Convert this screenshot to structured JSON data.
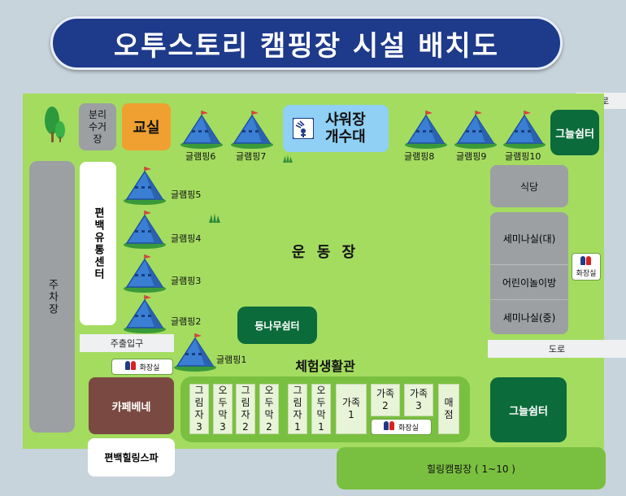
{
  "title": "오투스토리 캠핑장 시설 배치도",
  "road_labels": {
    "top": "도로",
    "middle": "도로"
  },
  "facilities": {
    "separate_collection": "분리수거장",
    "classroom": "교실",
    "shower_sink": "샤워장\n개수대",
    "shade_top_right": "그늘쉼터",
    "cafeteria": "식당",
    "seminar_large": "세미나실(대)",
    "kids_room": "어린이놀이방",
    "seminar_medium": "세미나실(중)",
    "restroom_right": "화장실",
    "parking": "주차장",
    "pension_center": "편백유통센터",
    "entrance": "주출입구",
    "restroom_left": "화장실",
    "cafe": "카페베네",
    "healing_spa": "편백힐링스파",
    "playground": "운 동 장",
    "tree_shade": "등나무쉼터",
    "experience_hall": "체험생활관",
    "shade_bottom_right": "그늘쉼터",
    "healing_camp": "힐링캠핑장 ( 1~10 )",
    "restroom_hall": "화장실"
  },
  "glamping": [
    "글램핑6",
    "글램핑7",
    "글램핑8",
    "글램핑9",
    "글램핑10",
    "글램핑5",
    "글램핑4",
    "글램핑3",
    "글램핑2",
    "글램핑1"
  ],
  "hall_rooms": [
    {
      "label": "그\n림\n자\n3"
    },
    {
      "label": "오\n두\n막\n3"
    },
    {
      "label": "그\n림\n자\n2"
    },
    {
      "label": "오\n두\n막\n2"
    },
    {
      "label": "그\n림\n자\n1"
    },
    {
      "label": "오\n두\n막\n1"
    },
    {
      "label": "가족\n1"
    },
    {
      "label": "가족\n2"
    },
    {
      "label": "가족\n3"
    },
    {
      "label": "매\n점"
    }
  ],
  "colors": {
    "title_bg": "#1e3a8a",
    "field": "#a4dc60",
    "tent": "#3a7fd4",
    "dark_green": "#0b6b3a",
    "classroom": "#f0a030",
    "cafe": "#7a4a42",
    "shower": "#8fd0f4",
    "hall_outline": "#7ac040"
  },
  "icons": [
    "tree-icon",
    "tent-icon",
    "shower-icon",
    "restroom-icon",
    "grass-icon"
  ]
}
